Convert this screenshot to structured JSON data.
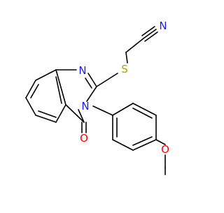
{
  "molecule": {
    "atom_labels": {
      "n1": "N",
      "n3": "N",
      "s": "S",
      "o_carbonyl": "O",
      "o_methoxy": "O",
      "n_nitrile": "N"
    },
    "colors": {
      "bond": "#000000",
      "nitrogen": "#1c1cf5",
      "sulfur": "#b0a000",
      "oxygen": "#ff0000",
      "background": "#ffffff"
    }
  }
}
